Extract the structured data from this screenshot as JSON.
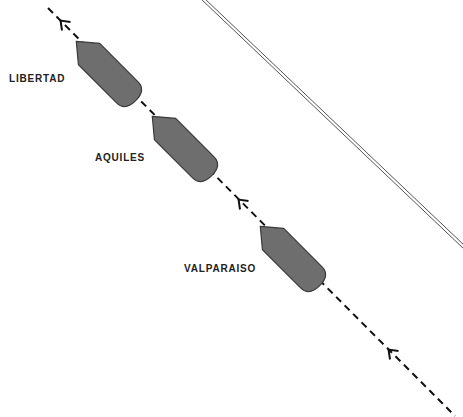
{
  "diagram": {
    "labels": [
      "LIBERTAD",
      "AQUILES",
      "VALPARAISO"
    ]
  }
}
